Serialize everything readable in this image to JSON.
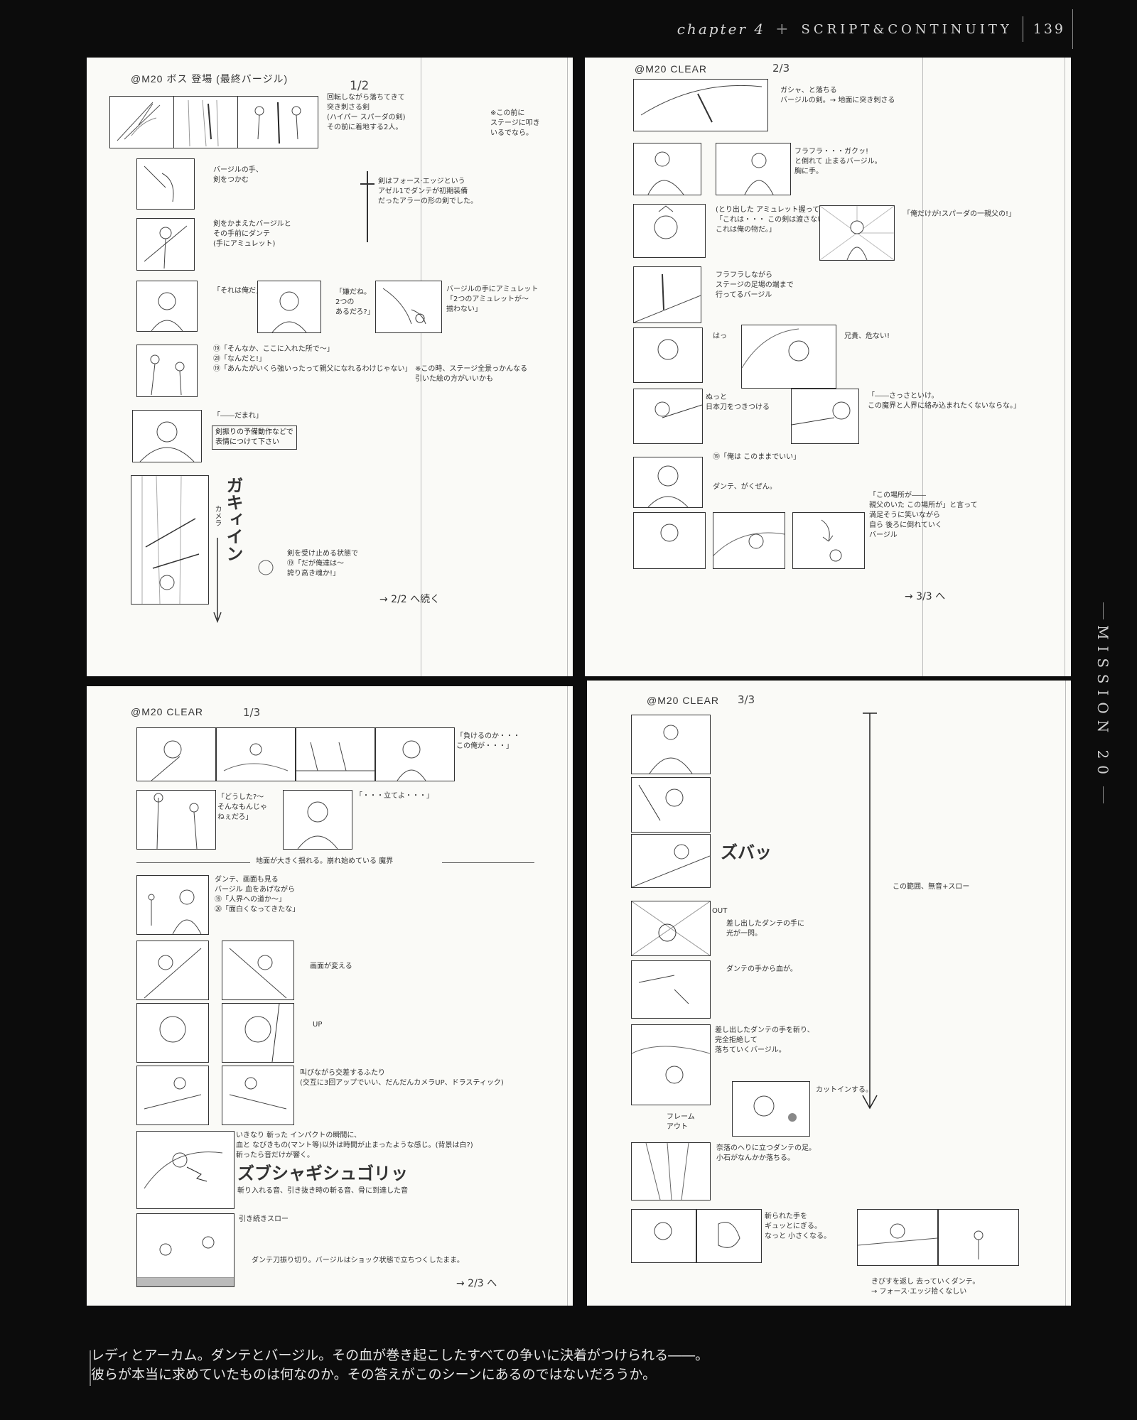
{
  "header": {
    "chapter": "chapter 4",
    "section": "SCRIPT&CONTINUITY",
    "page": "139"
  },
  "side_label": "MISSION 20",
  "sheets": {
    "tl": {
      "title": "@M20 ボス 登場 (最終バージル)",
      "page_mark": "1/2",
      "notes": {
        "n1": "回転しながら落ちてきて\n突き刺さる剣\n(ハイパー スパーダの剣)\nその前に着地する2人。",
        "n2": "※この前に\nステージに叩き\nいるでなら。",
        "n3": "バージルの手、\n剣をつかむ",
        "n4": "剣はフォース·エッジという\nアゼル1でダンテが初期装備\nだったアラーの形の剣でした。",
        "n5": "剣をかまえたバージルと\nその手前にダンテ\n(手にアミュレット)",
        "n6": "「それは俺だ」",
        "n7": "「嫌だね。\n2つの\nあるだろ?」",
        "n8": "バージルの手にアミュレット\n「2つのアミュレットが〜\n揃わない」",
        "n9": "⑲「そんなか、ここに入れた所で〜」\n⑳「なんだと!」\n⑲「あんたがいくら強いったって親父になれるわけじゃない」",
        "n10": "※この時、ステージ全景っかんなる\n引いた絵の方がいいかも",
        "n11": "「――だまれ」",
        "n12": "剣振りの予備動作などで\n表情につけて下さい",
        "n13": "ガキィイン",
        "n14": "カメラ",
        "n15": "剣を受け止める状態で\n⑲「だが俺達は〜\n誇り高き魂か!」",
        "n16": "→ 2/2 へ続く"
      }
    },
    "tr": {
      "title": "@M20 CLEAR",
      "page_mark": "2/3",
      "notes": {
        "n1": "ガシャ、と落ちる\nバージルの剣。→ 地面に突き刺さる",
        "n2": "フラフラ・・・ガクッ!\nと倒れて 止まるバージル。\n胸に手。",
        "n3": "(とり出した アミュレット握って)\n「これは・・・ この剣は渡さない。\nこれは俺の物だ。」",
        "n4": "「俺だけが!スパーダの一親父の!」",
        "n5": "フラフラしながら\nステージの足場の端まで\n行ってるバージル",
        "n6": "はっ",
        "n7": "兄貴、危ない!",
        "n8": "ぬっと\n日本刀をつきつける",
        "n9": "「――さっさといけ。\nこの魔界と人界に絡み込まれたくないならな。」",
        "n10": "⑲「俺は このままでいい」",
        "n11": "ダンテ、がくぜん。",
        "n12": "「この場所が――\n親父のいた この場所が」と言って\n満足そうに笑いながら\n自ら 後ろに倒れていく\nバージル",
        "n13": "→ 3/3 へ"
      }
    },
    "bl": {
      "title": "@M20 CLEAR",
      "page_mark": "1/3",
      "notes": {
        "n1": "「負けるのか・・・\nこの俺が・・・」",
        "n2": "「どうした?〜\nそんなもんじゃ\nねぇだろ」",
        "n3": "「・・・立てよ・・・」",
        "n4": "地面が大きく揺れる。崩れ始めている 魔界",
        "n5": "ダンテ、画面も見る\nバージル 血をあげながら\n⑲「人界への道か〜」\n⑳「面白くなってきたな」",
        "n6": "画面が変える",
        "n7": "UP",
        "n8": "叫びながら交差するふたり\n(交互に3回アップでいい、だんだんカメラUP、ドラスティック)",
        "n9": "いきなり 斬った インパクトの瞬間に、\n血と なびきもの(マント等)以外は時間が止まったような感じ。(背景は白?)\n斬ったら音だけが響く。",
        "n10": "ズブシャギシュゴリッ",
        "n11": "斬り入れる音、引き抜き時の斬る音、骨に到達した音",
        "n12": "引き続きスロー",
        "n13": "ダンテ刀振り切り。バージルはショック状態で立ちつくしたまま。",
        "n14": "→ 2/3 へ"
      }
    },
    "br": {
      "title": "@M20 CLEAR",
      "page_mark": "3/3",
      "notes": {
        "n1": "ズバッ",
        "n2": "OUT",
        "n3": "差し出したダンテの手に\n光が一閃。",
        "n4": "ダンテの手から血が。",
        "n5": "差し出したダンテの手を斬り、\n完全拒絶して\n落ちていくバージル。",
        "n6": "カットインする。",
        "n7": "フレーム\nアウト",
        "n8": "奈落のへりに立つダンテの足。\n小石がなんかか落ちる。",
        "n9": "斬られた手を\nギュッとにぎる。\nなっと 小さくなる。",
        "n10": "この範囲、無音+スロー",
        "n11": "きびすを返し 去っていくダンテ。\n→ フォース·エッジ拾くなしい"
      }
    }
  },
  "caption": {
    "line1": "レディとアーカム。ダンテとバージル。その血が巻き起こしたすべての争いに決着がつけられる――。",
    "line2": "彼らが本当に求めていたものは何なのか。その答えがこのシーンにあるのではないだろうか。"
  }
}
